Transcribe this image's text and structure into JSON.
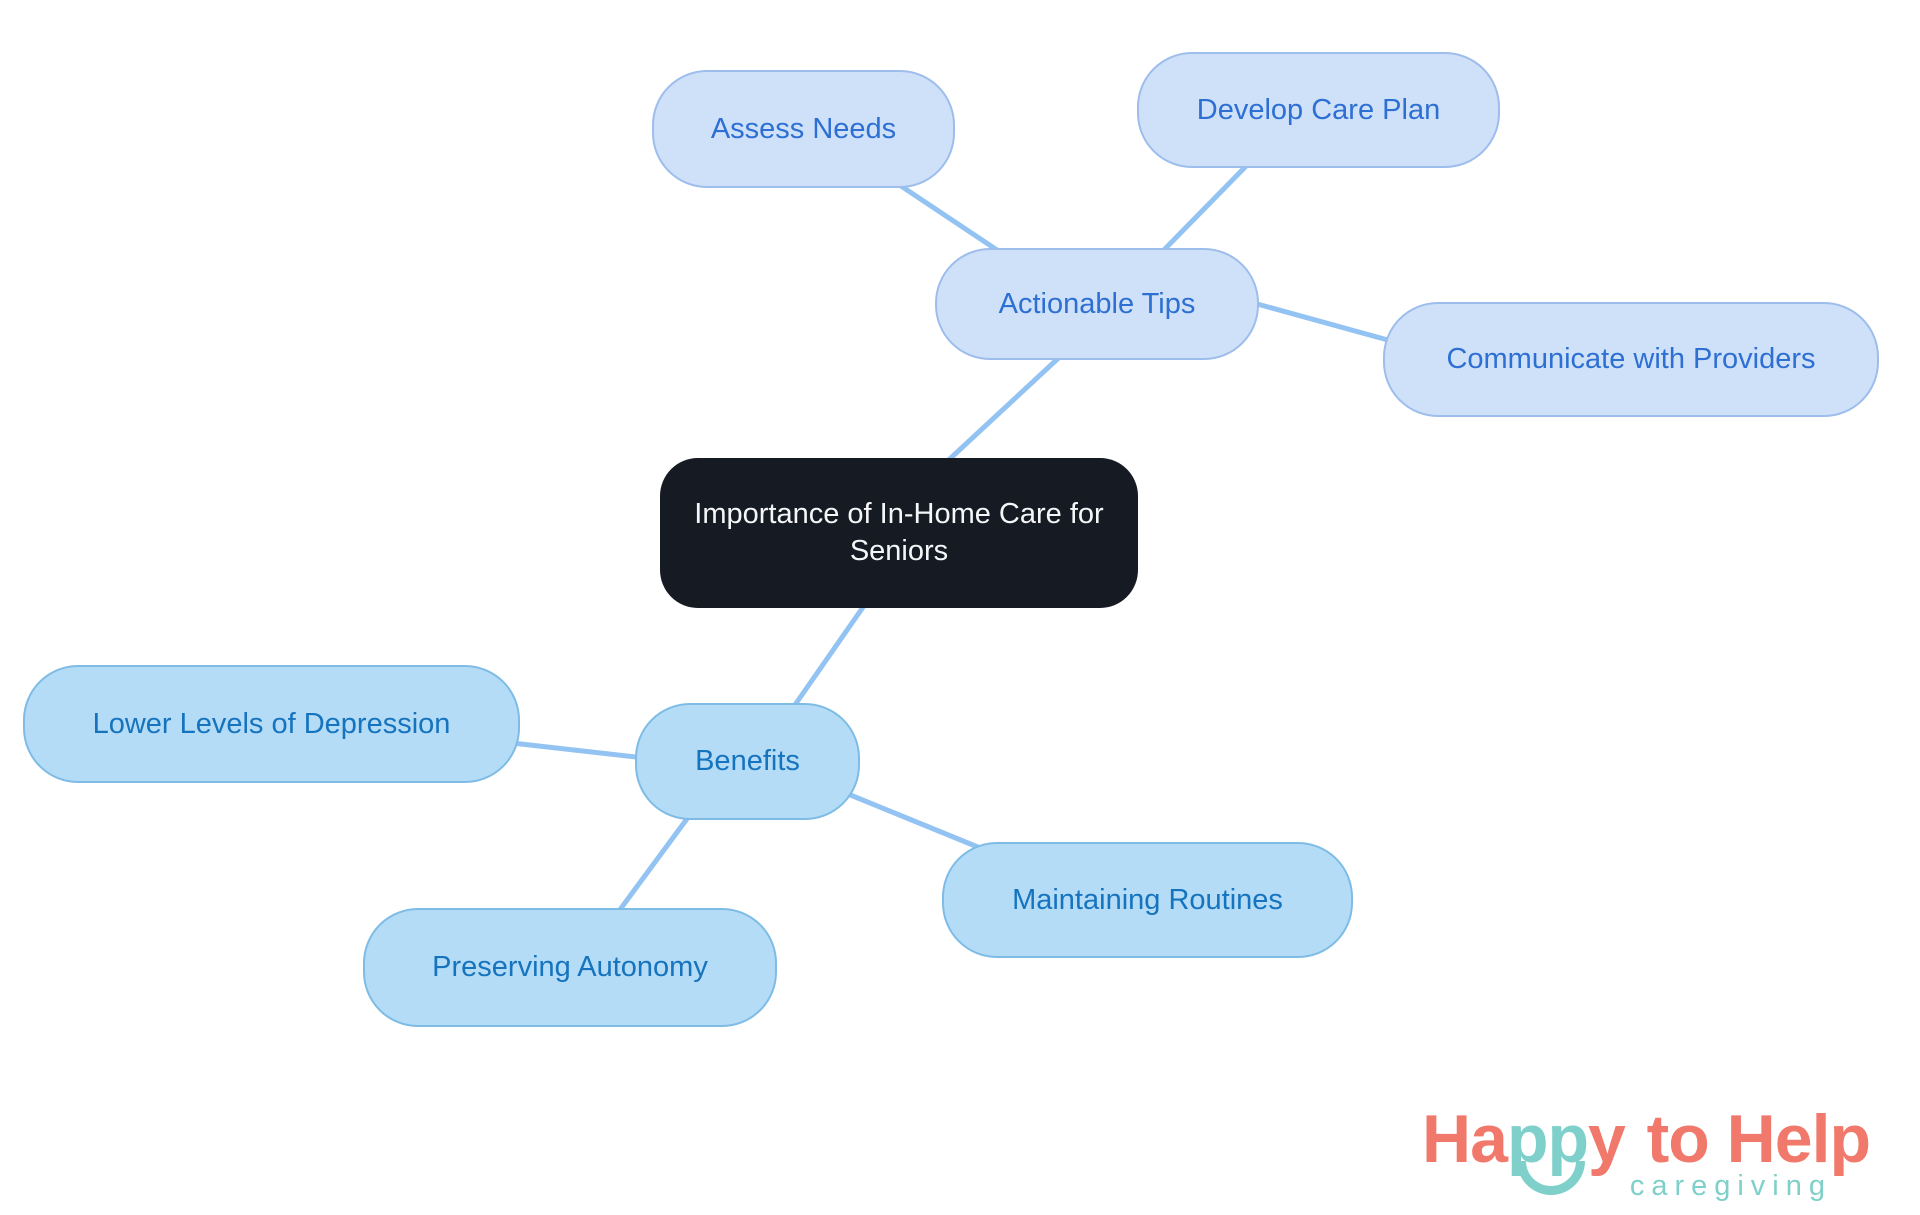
{
  "mindmap": {
    "central": {
      "label": "Importance of In-Home Care for Seniors"
    },
    "branches": {
      "actionable_tips": {
        "label": "Actionable Tips"
      },
      "assess_needs": {
        "label": "Assess Needs"
      },
      "develop_care_plan": {
        "label": "Develop Care Plan"
      },
      "communicate_with_providers": {
        "label": "Communicate with Providers"
      },
      "benefits": {
        "label": "Benefits"
      },
      "lower_levels_of_depression": {
        "label": "Lower Levels of Depression"
      },
      "preserving_autonomy": {
        "label": "Preserving Autonomy"
      },
      "maintaining_routines": {
        "label": "Maintaining Routines"
      }
    }
  },
  "logo": {
    "part1": "Ha",
    "part2": "pp",
    "part3": "y",
    "part4": "to Help",
    "tagline": "caregiving"
  },
  "colors": {
    "central-fill": "#161A22",
    "central-text": "#F4F6F8",
    "tips-fill": "#CFE1F9",
    "tips-border": "#9DBDEC",
    "tips-text": "#2D6FD2",
    "benefits-fill": "#B4DCF7",
    "benefits-border": "#7EBCE6",
    "benefits-text": "#1673BD",
    "edge": "#93C3F2",
    "logo-coral": "#F1796B",
    "logo-teal": "#7FD0CA"
  }
}
